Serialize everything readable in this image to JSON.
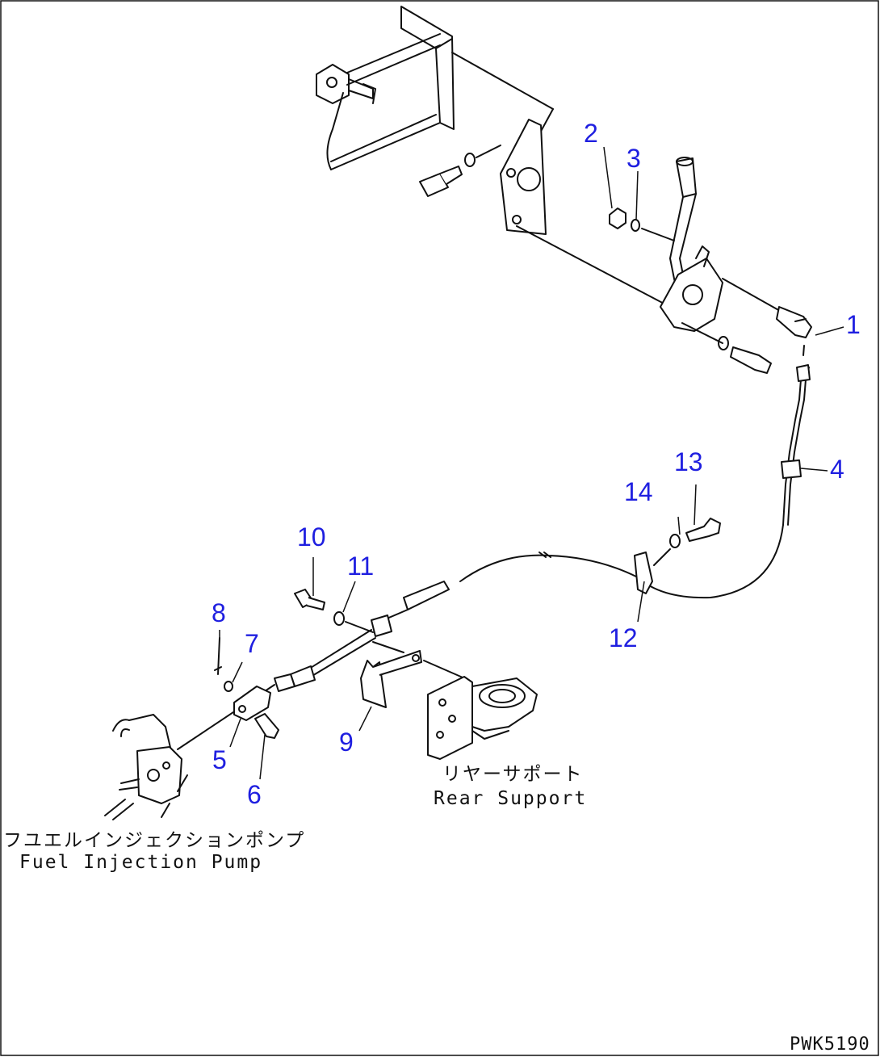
{
  "callouts": [
    "1",
    "2",
    "3",
    "4",
    "5",
    "6",
    "7",
    "8",
    "9",
    "10",
    "11",
    "12",
    "13",
    "14"
  ],
  "labels": {
    "rear_support_jp": "リヤーサポート",
    "rear_support_en": "Rear Support",
    "pump_jp": "フユエルインジェクションポンプ",
    "pump_en": "Fuel Injection Pump"
  },
  "drawing_code": "PWK5190",
  "colors": {
    "callout": "#1f1fe0",
    "line": "#111111"
  }
}
